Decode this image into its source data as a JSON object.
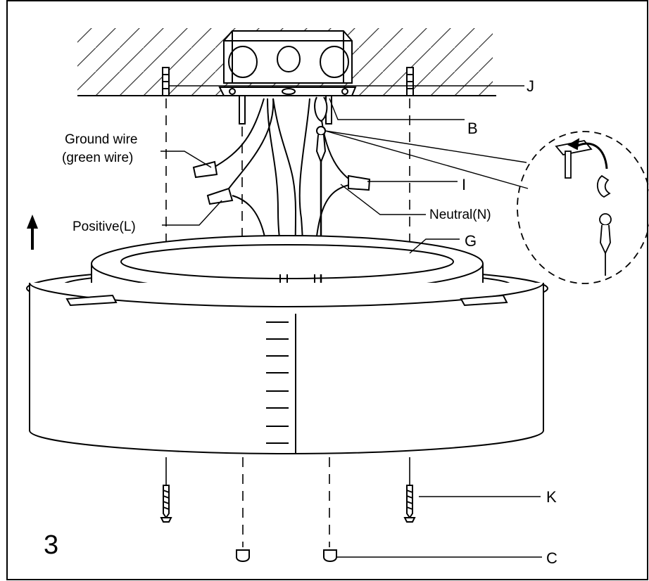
{
  "step_number": "3",
  "labels": {
    "ground_wire_line1": "Ground wire",
    "ground_wire_line2": "(green wire)",
    "positive": "Positive(L)",
    "neutral": "Neutral(N)",
    "J": "J",
    "B": "B",
    "I": "I",
    "G": "G",
    "K": "K",
    "C": "C"
  }
}
